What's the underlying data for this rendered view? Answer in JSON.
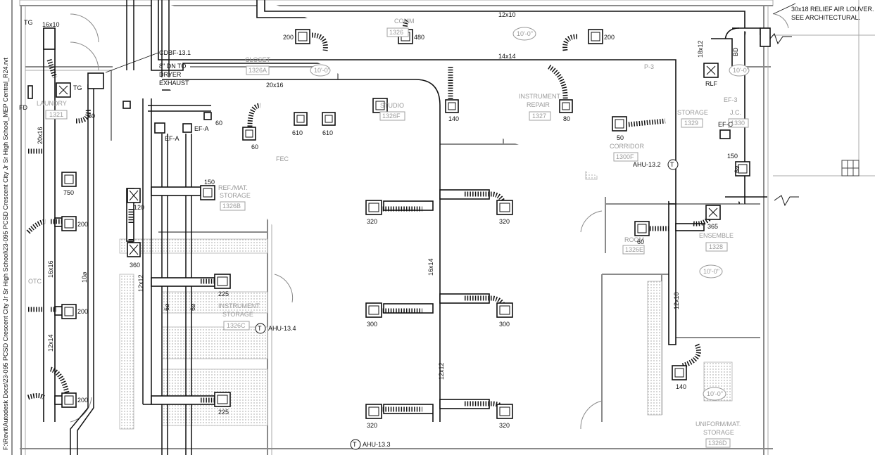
{
  "sidebar_path": "F:\\Revit\\Autodesk Docs\\23-095 PCSD Crescent City Jr Sr High School\\23-095 PCSD Crescent City Jr Sr High School_MEP Central_R24.rvt",
  "rooms": [
    {
      "key": "laundry",
      "name": "LAUNDRY",
      "number": "1321"
    },
    {
      "key": "closet",
      "name": "CLOSET",
      "number": "1326A"
    },
    {
      "key": "studio",
      "name": "STUDIO",
      "number": "1326F"
    },
    {
      "key": "instrument_repair_a",
      "name": "INSTRUMENT",
      "name2": "REPAIR",
      "number": "1327"
    },
    {
      "key": "storage_1329",
      "name": "STORAGE",
      "number": "1329"
    },
    {
      "key": "jc",
      "name": "J.C.",
      "number": "1330"
    },
    {
      "key": "corridor",
      "name": "CORRIDOR",
      "number": "1300F"
    },
    {
      "key": "ref_mat",
      "name": "REF./MAT.",
      "name2": "STORAGE",
      "number": "1326B"
    },
    {
      "key": "instrument_storage",
      "name": "INSTRUMENT",
      "name2": "STORAGE",
      "number": "1326C"
    },
    {
      "key": "room_1326e",
      "name": "ROOM",
      "number": "1326E"
    },
    {
      "key": "ensemble",
      "name": "ENSEMBLE",
      "number": "1328"
    },
    {
      "key": "uniform",
      "name": "UNIFORM/MAT.",
      "name2": "STORAGE",
      "number": "1326D"
    },
    {
      "key": "comm",
      "name": "COMM",
      "number": "1326"
    },
    {
      "key": "otc",
      "name": "OTC"
    }
  ],
  "ceiling_heights": [
    "10'-0\"",
    "10'-0\"",
    "10'-0\"",
    "10'-0\"",
    "10'-0\""
  ],
  "duct_sizes": [
    "12x10",
    "14x14",
    "20x16",
    "16x10",
    "20x16",
    "16x16",
    "12x14",
    "16x14",
    "12x12",
    "12x10",
    "18x12",
    "10⌀",
    "6⌀",
    "6⌀",
    "6⌀",
    "12x12"
  ],
  "airflows": [
    "200",
    "480",
    "200",
    "60",
    "610",
    "610",
    "140",
    "80",
    "50",
    "150",
    "750",
    "200",
    "150",
    "120",
    "360",
    "225",
    "225",
    "200",
    "200",
    "60",
    "60",
    "320",
    "320",
    "300",
    "300",
    "320",
    "320",
    "60",
    "365",
    "140"
  ],
  "equipment": [
    {
      "key": "tg1",
      "label": "TG"
    },
    {
      "key": "tg2",
      "label": "TG"
    },
    {
      "key": "fd",
      "label": "FD"
    },
    {
      "key": "cdbf",
      "label": "CDBF-13.1"
    },
    {
      "key": "dryer1",
      "label": "8\" DN TO"
    },
    {
      "key": "dryer2",
      "label": "DRYER"
    },
    {
      "key": "dryer3",
      "label": "EXHAUST"
    },
    {
      "key": "efa1",
      "label": "EF-A"
    },
    {
      "key": "efa2",
      "label": "EF-A"
    },
    {
      "key": "efc",
      "label": "EF-C"
    },
    {
      "key": "ef3",
      "label": "EF-3"
    },
    {
      "key": "rlf",
      "label": "RLF"
    },
    {
      "key": "bd",
      "label": "BD"
    },
    {
      "key": "p3",
      "label": "P-3"
    },
    {
      "key": "fec",
      "label": "FEC"
    }
  ],
  "thermostats": [
    {
      "key": "t1",
      "label": "AHU-13.2"
    },
    {
      "key": "t2",
      "label": "AHU-13.4"
    },
    {
      "key": "t3",
      "label": "AHU-13.3"
    },
    {
      "key": "symbol",
      "label": "T"
    }
  ],
  "notes": {
    "louver_line1": "30x18 RELIEF AIR LOUVER.",
    "louver_line2": "SEE ARCHITECTURAL."
  }
}
